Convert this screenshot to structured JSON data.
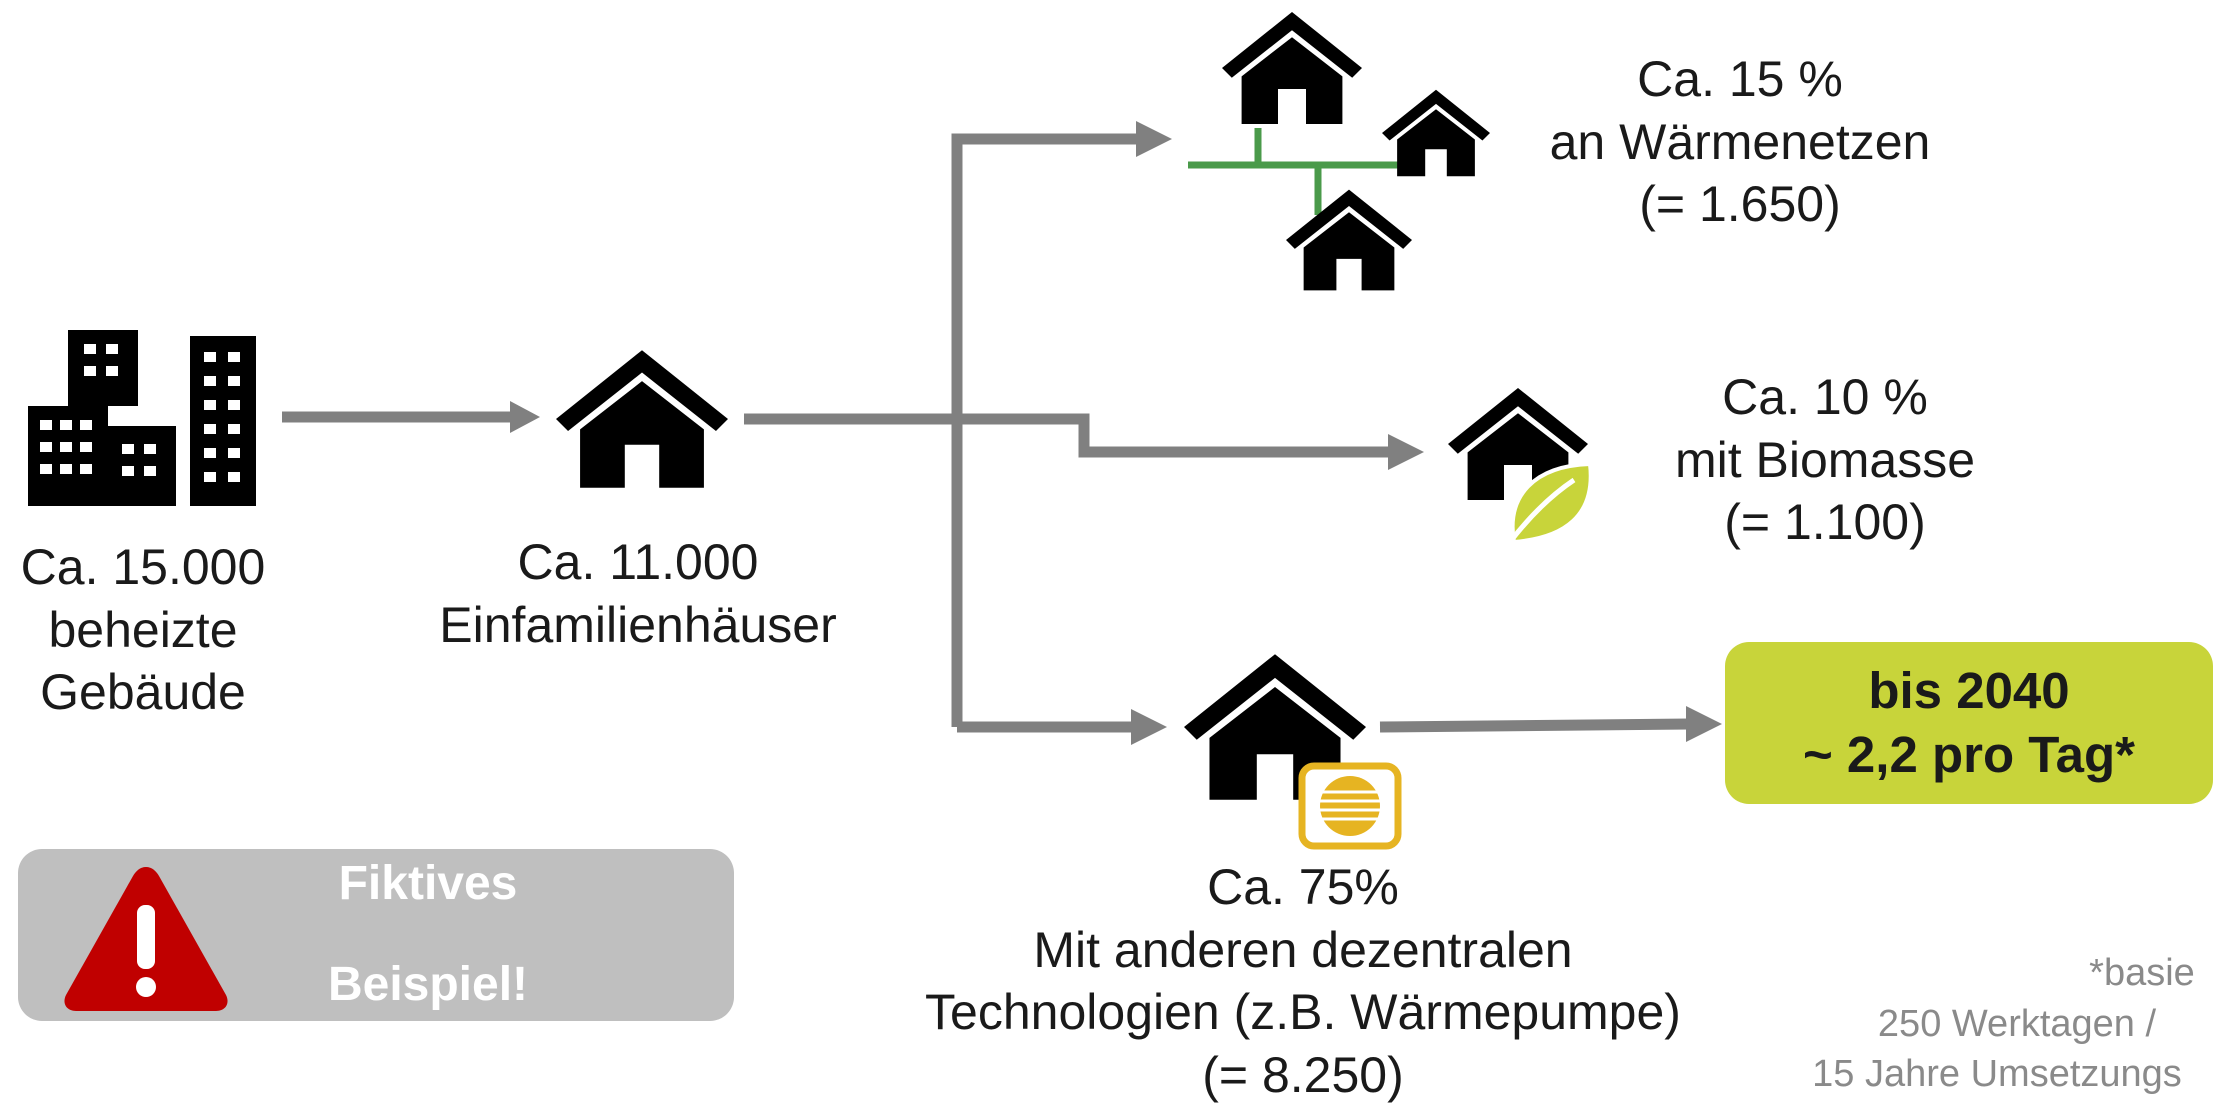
{
  "colors": {
    "arrow": "#808080",
    "icon": "#000000",
    "network": "#4a9a4a",
    "leaf": "#c8d43a",
    "heatpump": "#e6b422",
    "goal_box": "#c8d43a",
    "warning_box": "#bfbfbf",
    "warning_triangle": "#c00000"
  },
  "nodes": {
    "buildings": {
      "icon": "city-buildings-icon",
      "lines": [
        "Ca. 15.000",
        "beheizte",
        "Gebäude"
      ]
    },
    "single_family": {
      "icon": "house-icon",
      "lines": [
        "Ca. 11.000",
        "Einfamilienhäuser"
      ]
    },
    "heat_network": {
      "icon": "heat-network-houses-icon",
      "lines": [
        "Ca. 15 %",
        "an Wärmenetzen",
        "(= 1.650)"
      ]
    },
    "biomass": {
      "icon": "biomass-house-icon",
      "lines": [
        "Ca. 10 %",
        "mit Biomasse",
        "(= 1.100)"
      ]
    },
    "decentral": {
      "icon": "heat-pump-house-icon",
      "lines": [
        "Ca. 75%",
        "Mit anderen dezentralen",
        "Technologien (z.B. Wärmepumpe)",
        "(= 8.250)"
      ]
    }
  },
  "goal": {
    "lines": [
      "bis 2040",
      "~ 2,2 pro Tag*"
    ]
  },
  "warning": {
    "icon": "warning-triangle-icon",
    "lines": [
      "Fiktives",
      "Beispiel!"
    ]
  },
  "footnote": {
    "lines": [
      "*basie",
      "250 Werktagen /",
      "15 Jahre Umsetzungs"
    ]
  }
}
